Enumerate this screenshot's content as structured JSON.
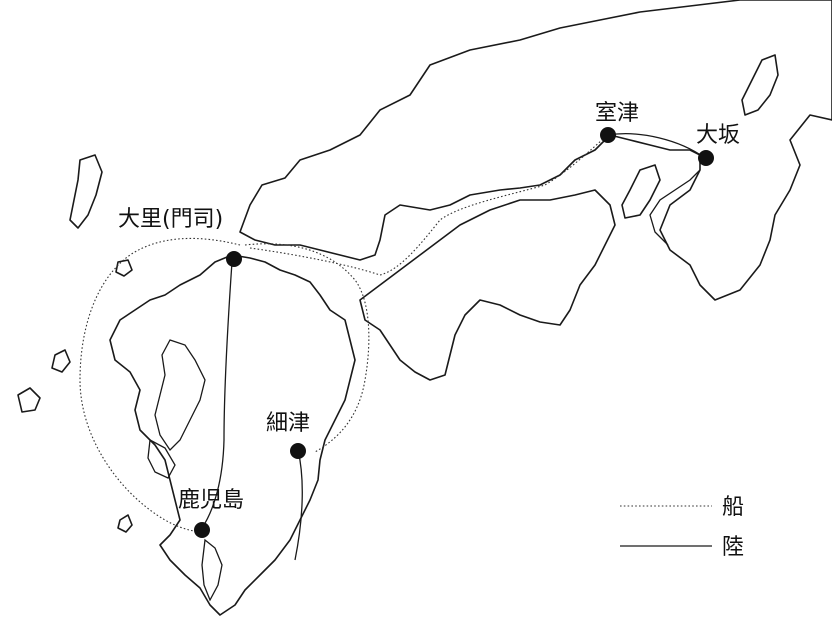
{
  "cities": {
    "muro": "室津",
    "osaka": "大坂",
    "dairi": "大里(門司)",
    "hososhima": "細津",
    "kagoshima": "鹿児島"
  },
  "legend": {
    "sea_label": "船",
    "land_label": "陸"
  }
}
